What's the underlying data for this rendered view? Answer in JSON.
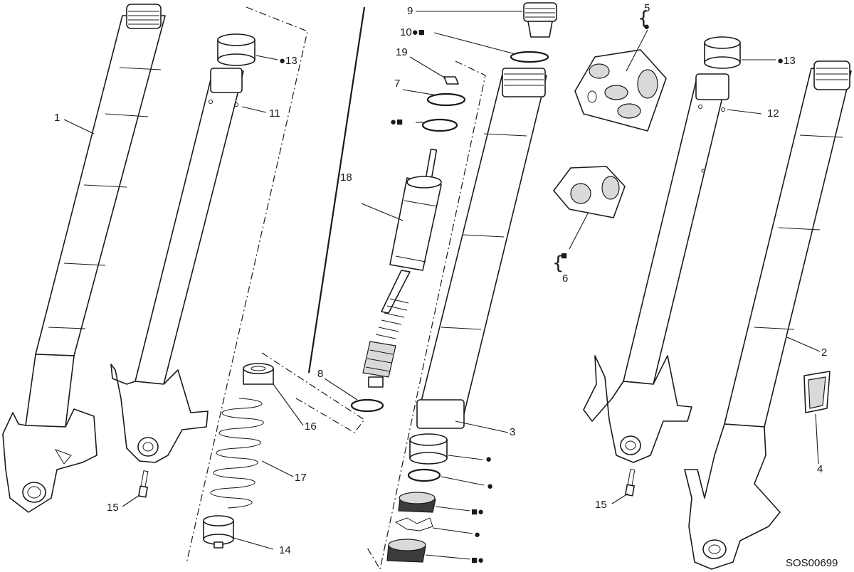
{
  "callouts": {
    "c1": "1",
    "c2": "2",
    "c3": "3",
    "c4": "4",
    "c5": "5",
    "c5_mark": "●",
    "c6": "6",
    "c6_mark": "■",
    "c7": "7",
    "c8": "8",
    "c9": "9",
    "c10": "10●■",
    "c11": "11",
    "c12": "12",
    "c13_left": "●13",
    "c13_right": "●13",
    "c14": "14",
    "c15_left": "15",
    "c15_right": "15",
    "c16": "16",
    "c17": "17",
    "c18": "18",
    "c19": "19",
    "c_ring_marks": "●■",
    "c_bush_mark": "●",
    "c_washer_mark": "●",
    "c_seal_mark": "■●",
    "c_clip_mark": "●",
    "c_dust_mark": "■●"
  },
  "drawing_code": "SOS00699"
}
